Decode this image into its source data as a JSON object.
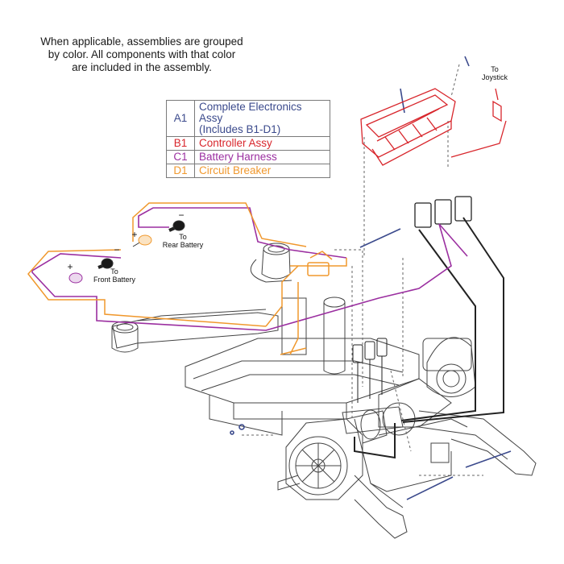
{
  "note": {
    "line1": "When applicable, assemblies are grouped",
    "line2": "by color. All components with that color",
    "line3": "are included in the assembly."
  },
  "legend": [
    {
      "code": "A1",
      "line1": "Complete Electronics Assy",
      "line2": "(Includes B1-D1)",
      "color": "#3b4a8c"
    },
    {
      "code": "B1",
      "line1": "Controller Assy",
      "line2": "",
      "color": "#d8262c"
    },
    {
      "code": "C1",
      "line1": "Battery Harness",
      "line2": "",
      "color": "#9b2fa0"
    },
    {
      "code": "D1",
      "line1": "Circuit Breaker",
      "line2": "",
      "color": "#f0982d"
    }
  ],
  "callouts": {
    "joystick": {
      "line1": "To",
      "line2": "Joystick"
    },
    "rear_battery": {
      "line1": "To",
      "line2": "Rear Battery"
    },
    "front_battery": {
      "line1": "To",
      "line2": "Front Battery"
    },
    "plus": "+",
    "minus": "−"
  },
  "colors": {
    "controller": "#d8262c",
    "harness": "#9b2fa0",
    "breaker": "#f0982d",
    "line": "#333333",
    "hardware": "#3b4a8c"
  }
}
